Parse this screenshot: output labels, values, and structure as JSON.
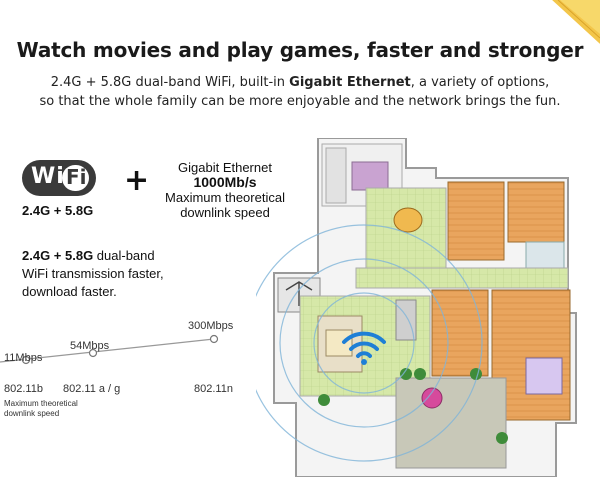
{
  "headline": "Watch movies and play games, faster and stronger",
  "subline": {
    "part1": "2.4G + 5.8G dual-band WiFi, built-in ",
    "bold": "Gigabit Ethernet",
    "part2": ", a variety of options,",
    "line2": "so that the whole family can be more enjoyable and the network brings the fun."
  },
  "wifi_logo": {
    "wi": "Wi",
    "fi": "Fi"
  },
  "band_label": "2.4G + 5.8G",
  "plus": "+",
  "gigabit": {
    "title": "Gigabit Ethernet",
    "speed": "1000Mb/s",
    "line1": "Maximum theoretical",
    "line2": "downlink speed"
  },
  "description": {
    "bold": "2.4G + 5.8G",
    "rest1": " dual-band",
    "line2": "WiFi transmission faster,",
    "line3": "download faster."
  },
  "speed_chart": {
    "points": [
      {
        "speed": "11Mbps",
        "standard": "802.11b"
      },
      {
        "speed": "54Mbps",
        "standard": "802.11 a / g"
      },
      {
        "speed": "300Mbps",
        "standard": "802.11n"
      }
    ],
    "footnote_line1": "Maximum theoretical",
    "footnote_line2": "downlink speed",
    "line_color": "#999999"
  },
  "colors": {
    "floor_green": "#cfe3a2",
    "room_orange": "#e9a25a",
    "wall": "#f2f2f2",
    "signal_blue": "#1e7fd6",
    "ring": "#7fb4d8"
  }
}
